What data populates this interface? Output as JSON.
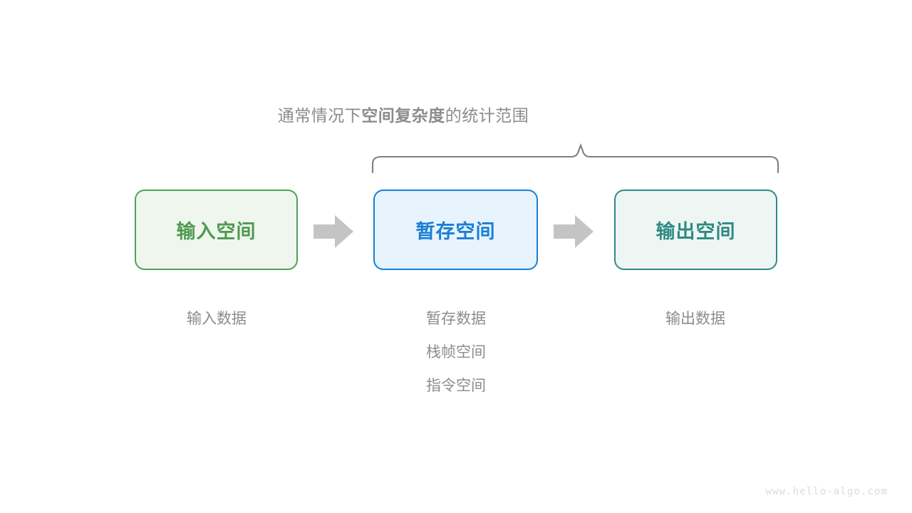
{
  "page": {
    "background": "#ffffff",
    "watermark": "www.hello-algo.com"
  },
  "scope": {
    "caption_prefix": "通常情况下",
    "caption_emphasis": "空间复杂度",
    "caption_suffix": "的统计范围",
    "caption_color": "#8c8c8c",
    "brace_color": "#808080"
  },
  "flow": {
    "boxes": [
      {
        "id": "input",
        "label": "输入空间",
        "text_color": "#4e9a51",
        "border_color": "#51a154",
        "fill_color": "#eef6ee"
      },
      {
        "id": "temp",
        "label": "暂存空间",
        "text_color": "#1a7fd4",
        "border_color": "#1a7fd4",
        "fill_color": "#e7f3fd"
      },
      {
        "id": "output",
        "label": "输出空间",
        "text_color": "#2f8a82",
        "border_color": "#2f8a82",
        "fill_color": "#eef6f4"
      }
    ],
    "arrows": [
      {
        "id": "arrow-1",
        "color": "#c4c4c4",
        "direction": "right"
      },
      {
        "id": "arrow-2",
        "color": "#c4c4c4",
        "direction": "right"
      }
    ],
    "captions": {
      "input": [
        "输入数据"
      ],
      "temp": [
        "暂存数据",
        "栈帧空间",
        "指令空间"
      ],
      "output": [
        "输出数据"
      ]
    }
  }
}
